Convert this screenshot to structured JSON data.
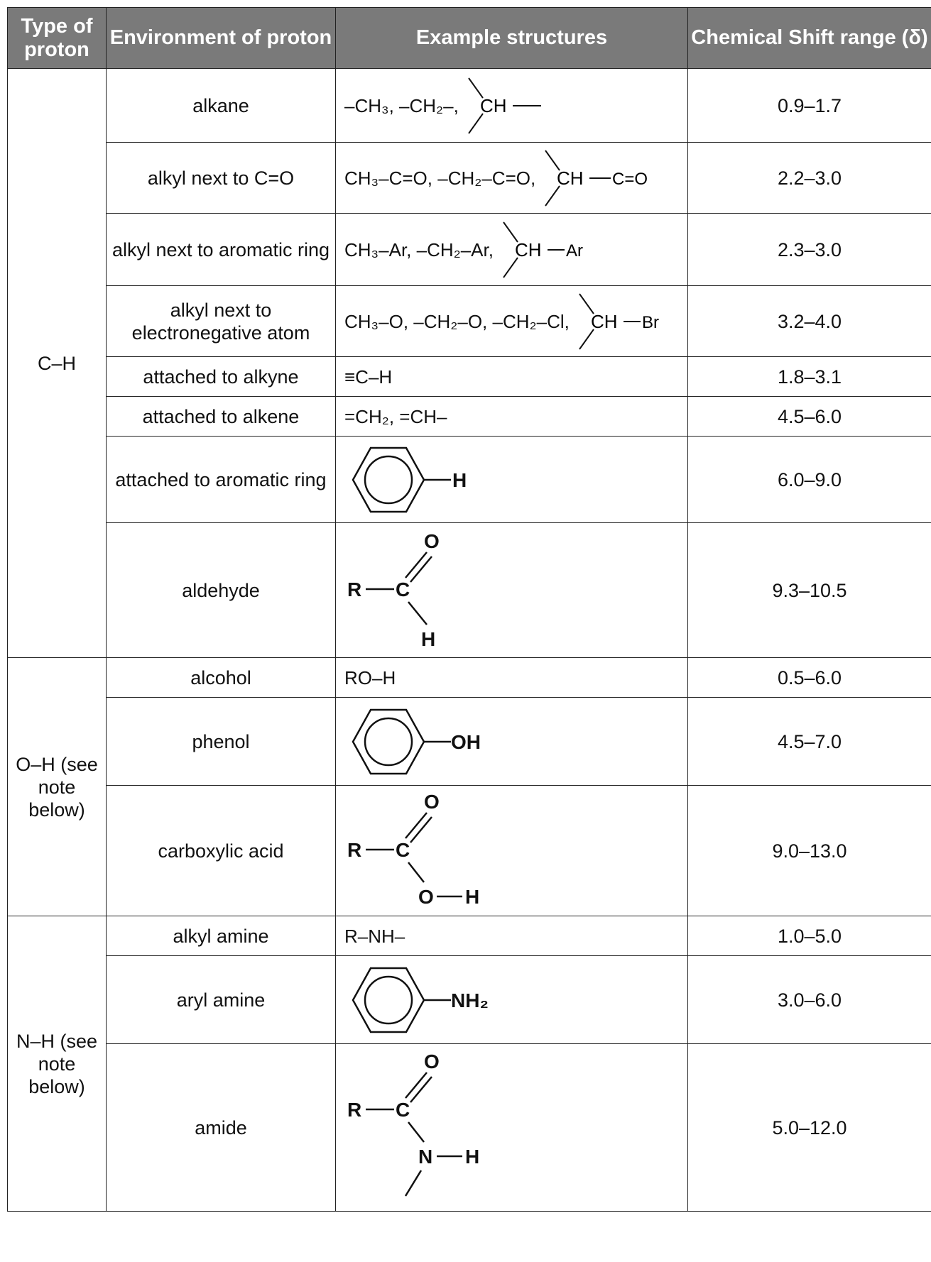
{
  "headers": {
    "type": "Type of proton",
    "environment": "Environment of proton",
    "examples": "Example structures",
    "shift": "Chemical Shift range (δ)"
  },
  "groups": [
    {
      "type": "C–H",
      "rows": [
        {
          "environment": "alkane",
          "example_text": "–CH₃, –CH₂–,",
          "example_branch": "CH",
          "example_tail": "",
          "shift": "0.9–1.7"
        },
        {
          "environment": "alkyl next to C=O",
          "example_text": "CH₃–C=O, –CH₂–C=O,",
          "example_branch": "CH",
          "example_tail": "C=O",
          "shift": "2.2–3.0"
        },
        {
          "environment": "alkyl next to aromatic ring",
          "example_text": "CH₃–Ar, –CH₂–Ar,",
          "example_branch": "CH",
          "example_tail": "Ar",
          "shift": "2.3–3.0"
        },
        {
          "environment": "alkyl next to electronegative atom",
          "example_text": "CH₃–O, –CH₂–O, –CH₂–Cl,",
          "example_branch": "CH",
          "example_tail": "Br",
          "shift": "3.2–4.0"
        },
        {
          "environment": "attached to alkyne",
          "example_text": "≡C–H",
          "shift": "1.8–3.1"
        },
        {
          "environment": "attached to alkene",
          "example_text": "=CH₂, =CH–",
          "shift": "4.5–6.0"
        },
        {
          "environment": "attached to aromatic ring",
          "example_label": "H",
          "shift": "6.0–9.0"
        },
        {
          "environment": "aldehyde",
          "example_R": "R",
          "example_C": "C",
          "example_O": "O",
          "example_H": "H",
          "shift": "9.3–10.5"
        }
      ]
    },
    {
      "type": "O–H (see note below)",
      "rows": [
        {
          "environment": "alcohol",
          "example_text": "RO–H",
          "shift": "0.5–6.0"
        },
        {
          "environment": "phenol",
          "example_label": "OH",
          "shift": "4.5–7.0"
        },
        {
          "environment": "carboxylic acid",
          "example_R": "R",
          "example_C": "C",
          "example_O": "O",
          "example_O2": "O",
          "example_H": "H",
          "shift": "9.0–13.0"
        }
      ]
    },
    {
      "type": "N–H (see note below)",
      "rows": [
        {
          "environment": "alkyl amine",
          "example_text": "R–NH–",
          "shift": "1.0–5.0"
        },
        {
          "environment": "aryl amine",
          "example_label": "NH₂",
          "shift": "3.0–6.0"
        },
        {
          "environment": "amide",
          "example_R": "R",
          "example_C": "C",
          "example_O": "O",
          "example_N": "N",
          "example_H": "H",
          "shift": "5.0–12.0"
        }
      ]
    }
  ]
}
